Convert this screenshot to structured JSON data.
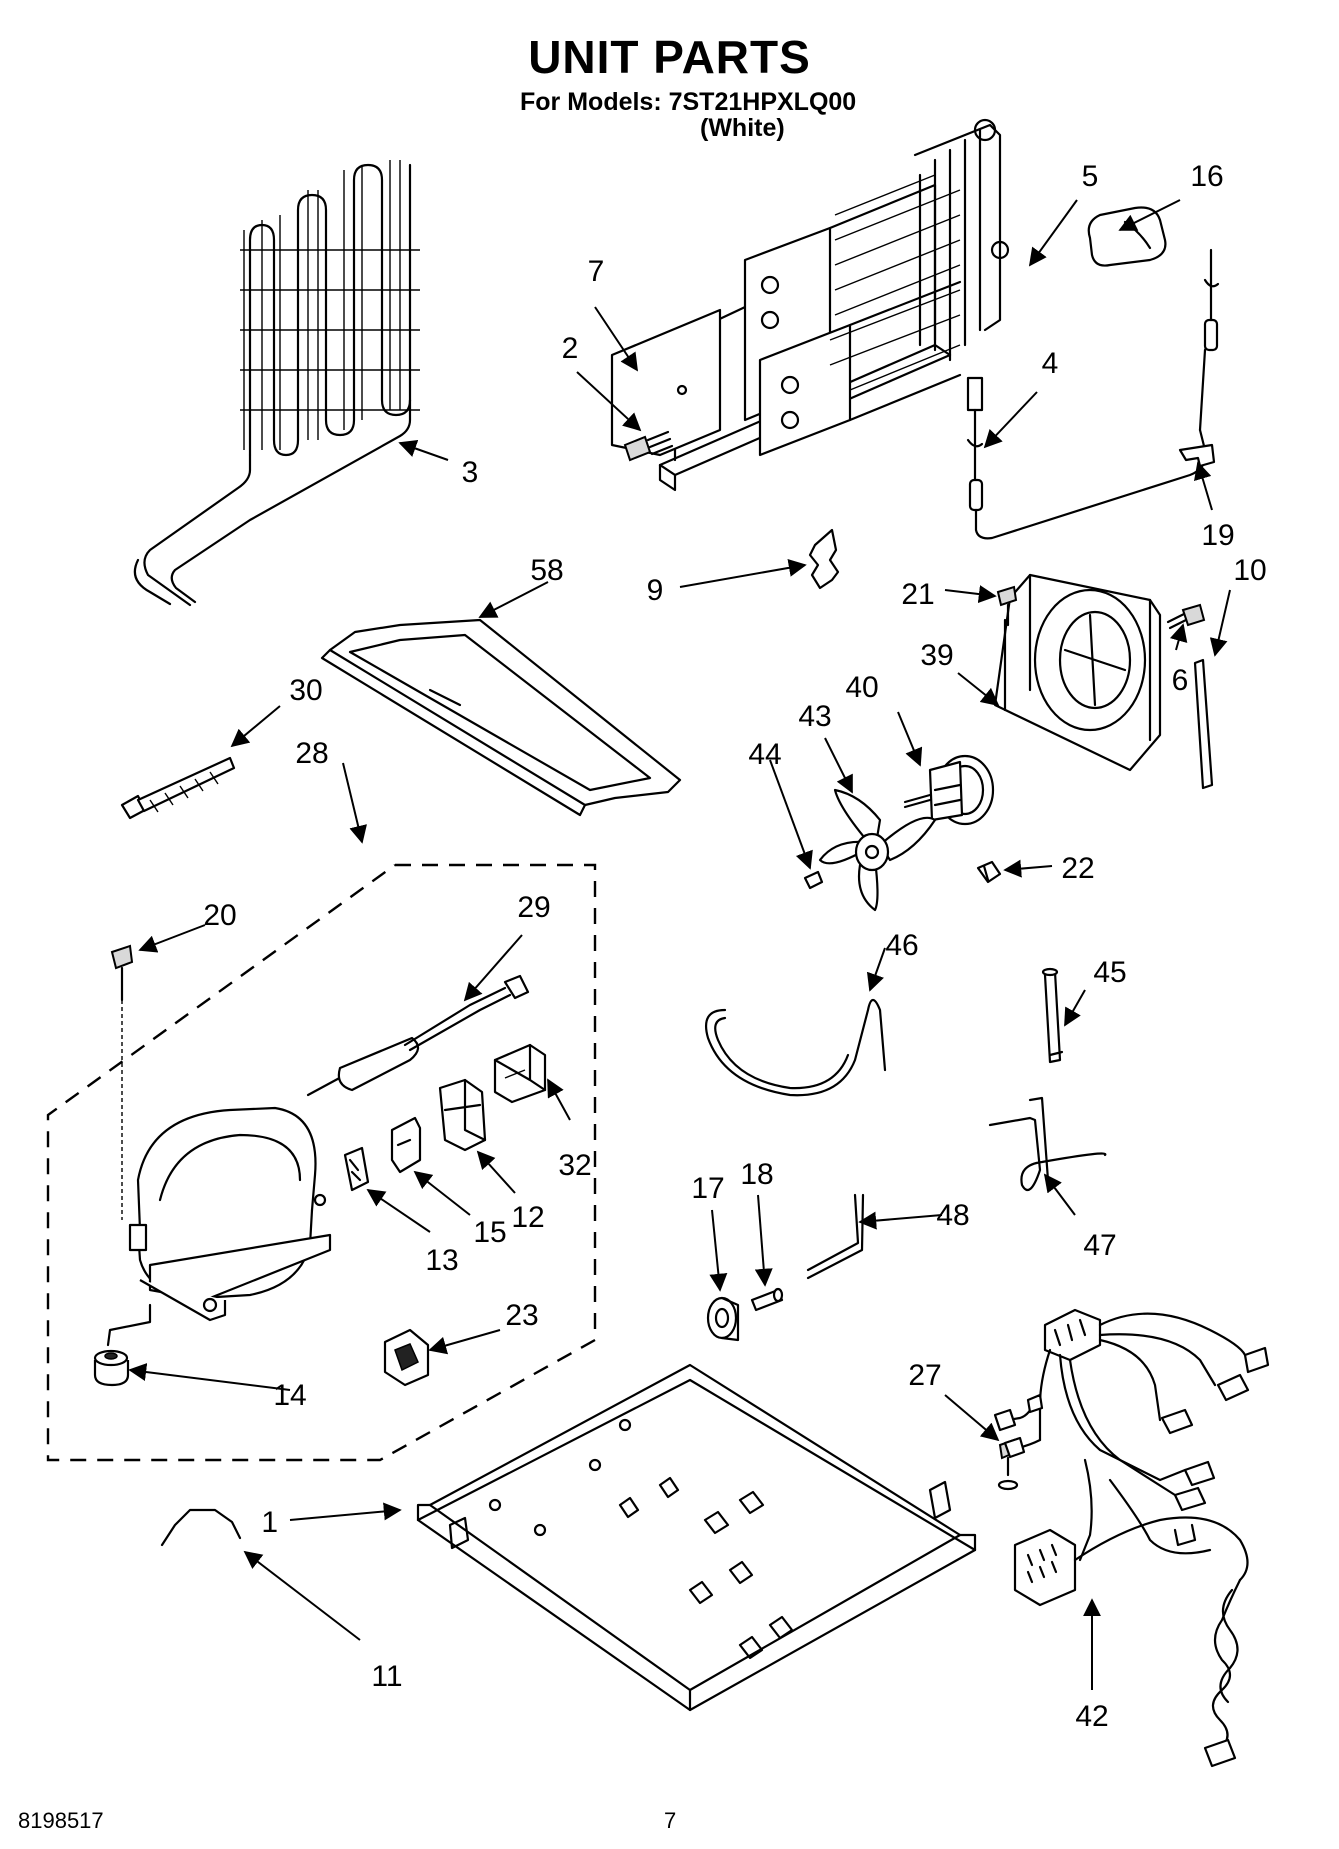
{
  "header": {
    "title": "UNIT PARTS",
    "models_line": "For Models: 7ST21HPXLQ00",
    "color_line": "(White)"
  },
  "footer": {
    "doc_number": "8198517",
    "page_number": "7"
  },
  "callouts": [
    "1",
    "2",
    "3",
    "4",
    "5",
    "6",
    "7",
    "9",
    "10",
    "11",
    "12",
    "13",
    "14",
    "15",
    "16",
    "17",
    "18",
    "19",
    "20",
    "21",
    "22",
    "23",
    "27",
    "28",
    "29",
    "30",
    "32",
    "39",
    "40",
    "42",
    "43",
    "44",
    "45",
    "46",
    "47",
    "48",
    "58"
  ]
}
